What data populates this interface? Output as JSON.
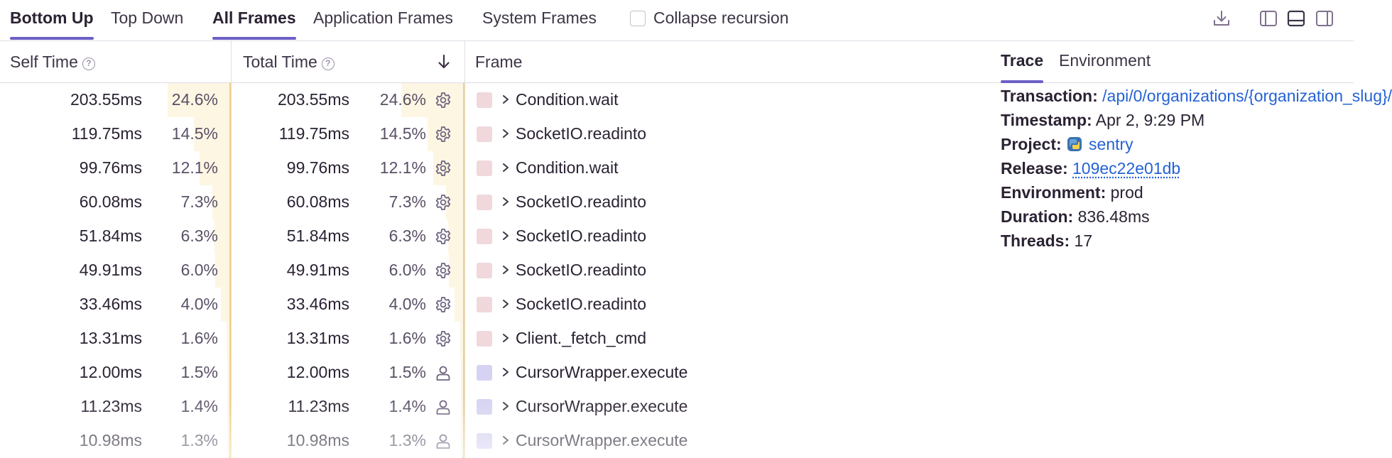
{
  "toolbar": {
    "tabs_view": [
      {
        "label": "Bottom Up",
        "active": true
      },
      {
        "label": "Top Down",
        "active": false
      }
    ],
    "tabs_frames": [
      {
        "label": "All Frames",
        "active": true
      },
      {
        "label": "Application Frames",
        "active": false
      },
      {
        "label": "System Frames",
        "active": false
      }
    ],
    "collapse_label": "Collapse recursion",
    "collapse_checked": false
  },
  "table": {
    "headers": {
      "self_time": "Self Time",
      "total_time": "Total Time",
      "frame": "Frame"
    },
    "rows": [
      {
        "self": "203.55ms",
        "self_pct": "24.6%",
        "total": "203.55ms",
        "total_pct": "24.6%",
        "fraction": 0.246,
        "type": "system",
        "frame": "Condition.wait"
      },
      {
        "self": "119.75ms",
        "self_pct": "14.5%",
        "total": "119.75ms",
        "total_pct": "14.5%",
        "fraction": 0.145,
        "type": "system",
        "frame": "SocketIO.readinto"
      },
      {
        "self": "99.76ms",
        "self_pct": "12.1%",
        "total": "99.76ms",
        "total_pct": "12.1%",
        "fraction": 0.121,
        "type": "system",
        "frame": "Condition.wait"
      },
      {
        "self": "60.08ms",
        "self_pct": "7.3%",
        "total": "60.08ms",
        "total_pct": "7.3%",
        "fraction": 0.073,
        "type": "system",
        "frame": "SocketIO.readinto"
      },
      {
        "self": "51.84ms",
        "self_pct": "6.3%",
        "total": "51.84ms",
        "total_pct": "6.3%",
        "fraction": 0.063,
        "type": "system",
        "frame": "SocketIO.readinto"
      },
      {
        "self": "49.91ms",
        "self_pct": "6.0%",
        "total": "49.91ms",
        "total_pct": "6.0%",
        "fraction": 0.06,
        "type": "system",
        "frame": "SocketIO.readinto"
      },
      {
        "self": "33.46ms",
        "self_pct": "4.0%",
        "total": "33.46ms",
        "total_pct": "4.0%",
        "fraction": 0.04,
        "type": "system",
        "frame": "SocketIO.readinto"
      },
      {
        "self": "13.31ms",
        "self_pct": "1.6%",
        "total": "13.31ms",
        "total_pct": "1.6%",
        "fraction": 0.016,
        "type": "system",
        "frame": "Client._fetch_cmd"
      },
      {
        "self": "12.00ms",
        "self_pct": "1.5%",
        "total": "12.00ms",
        "total_pct": "1.5%",
        "fraction": 0.015,
        "type": "application",
        "frame": "CursorWrapper.execute"
      },
      {
        "self": "11.23ms",
        "self_pct": "1.4%",
        "total": "11.23ms",
        "total_pct": "1.4%",
        "fraction": 0.014,
        "type": "application",
        "frame": "CursorWrapper.execute"
      },
      {
        "self": "10.98ms",
        "self_pct": "1.3%",
        "total": "10.98ms",
        "total_pct": "1.3%",
        "fraction": 0.013,
        "type": "application",
        "frame": "CursorWrapper.execute"
      }
    ]
  },
  "side_panel": {
    "tabs": [
      {
        "label": "Trace",
        "active": true
      },
      {
        "label": "Environment",
        "active": false
      }
    ],
    "details": {
      "transaction_label": "Transaction:",
      "transaction_value": "/api/0/organizations/{organization_slug}/",
      "timestamp_label": "Timestamp:",
      "timestamp_value": "Apr 2, 9:29 PM",
      "project_label": "Project:",
      "project_value": "sentry",
      "release_label": "Release:",
      "release_value": "109ec22e01db",
      "environment_label": "Environment:",
      "environment_value": "prod",
      "duration_label": "Duration:",
      "duration_value": "836.48ms",
      "threads_label": "Threads:",
      "threads_value": "17"
    }
  },
  "colors": {
    "accent": "#6c5fc7",
    "system_swatch": "#f0d8dc",
    "application_swatch": "#d6d3f2",
    "bar_fill": "#fdf6e3",
    "bar_line": "#f2d27a",
    "link": "#2562d4"
  },
  "icons": {
    "system": "gear-icon",
    "application": "user-icon"
  }
}
